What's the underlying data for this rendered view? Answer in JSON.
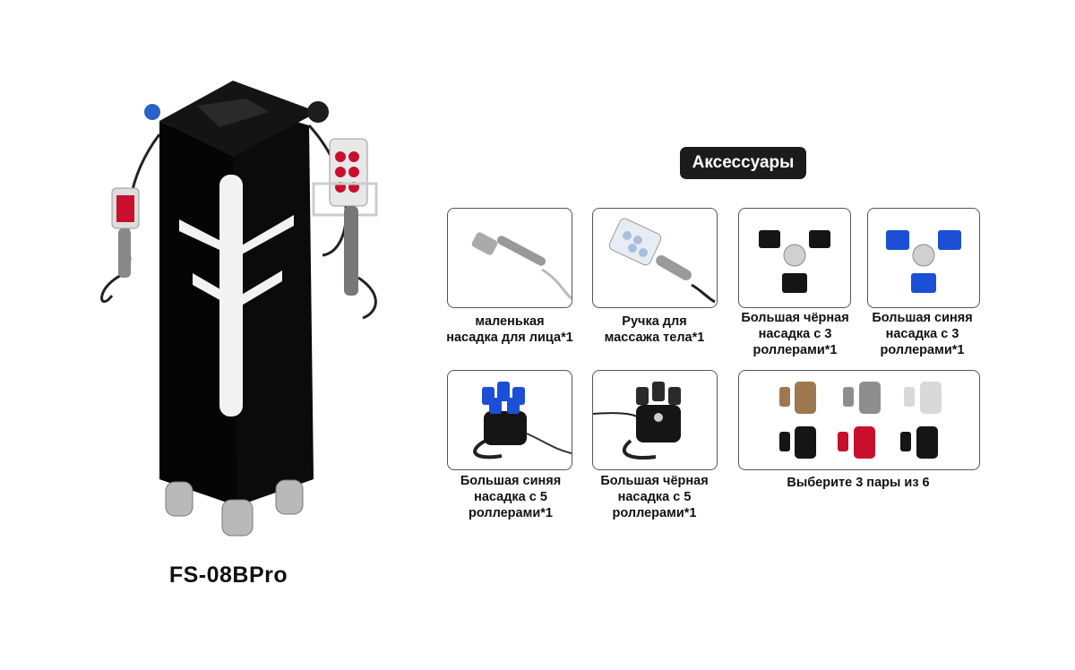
{
  "section_title": "Аксессуары",
  "model_name": "FS-08BPro",
  "accessories": [
    {
      "caption_lines": [
        "маленькая",
        "насадка для лица*1"
      ]
    },
    {
      "caption_lines": [
        "Ручка для",
        "массажа тела*1"
      ]
    },
    {
      "caption_lines": [
        "Большая чёрная",
        "насадка с 3",
        "роллерами*1"
      ]
    },
    {
      "caption_lines": [
        "Большая синяя",
        "насадка с 3",
        "роллерами*1"
      ]
    },
    {
      "caption_lines": [
        "Большая синяя",
        "насадка с 5",
        "роллерами*1"
      ]
    },
    {
      "caption_lines": [
        "Большая чёрная",
        "насадка с 5",
        "роллерами*1"
      ]
    },
    {
      "caption_lines": [
        "Выберите 3 пары из 6"
      ]
    }
  ],
  "colors": {
    "machine_body": "#0b0b0b",
    "badge_bg": "#1b1b1b",
    "roller_red": "#c8102e",
    "roller_blue": "#1b4fd6",
    "roller_bronze": "#a07850",
    "roller_silver": "#b9b9b9"
  },
  "icons": [
    "beauty-machine-image",
    "face-handle-image",
    "body-handle-image",
    "tri-roller-black-image",
    "tri-roller-blue-image",
    "five-roller-blue-image",
    "five-roller-black-image",
    "roller-set-image"
  ]
}
